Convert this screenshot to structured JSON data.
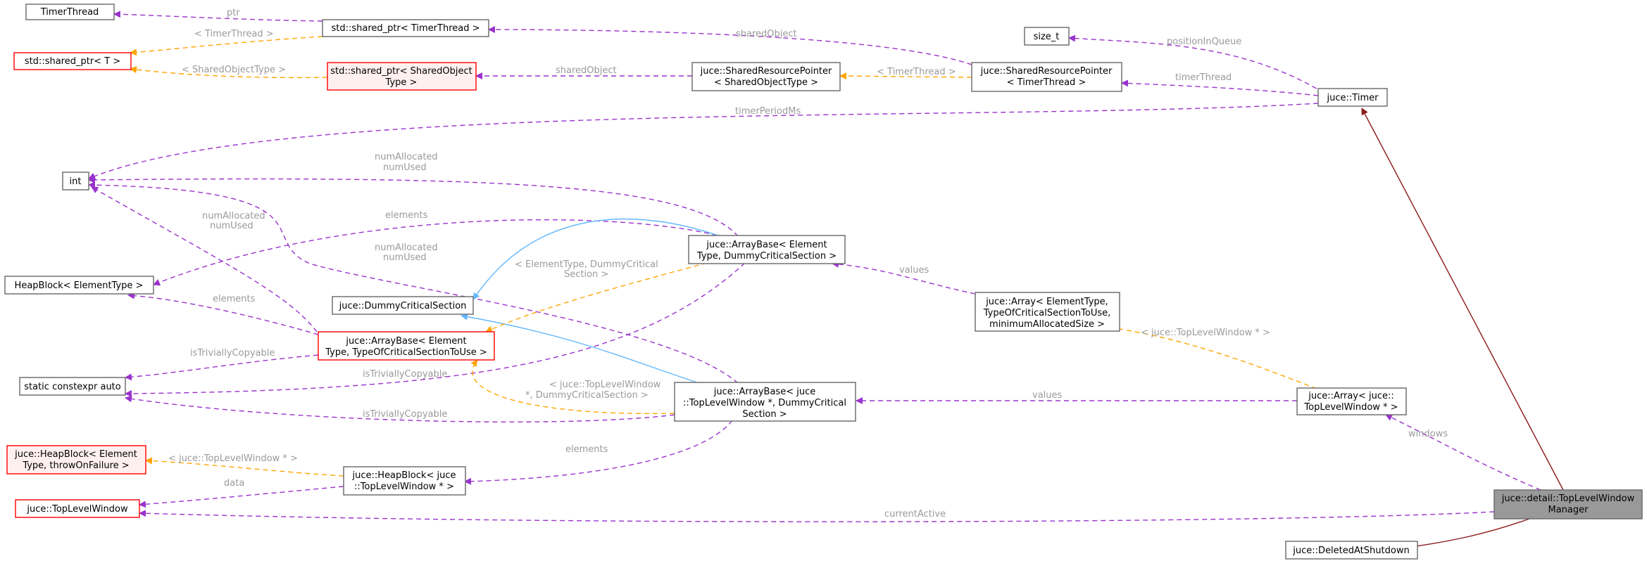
{
  "colors": {
    "usage_edge": "#9a32cd",
    "template_edge": "#ffa500",
    "inheritance_public": "#63b8ff",
    "inheritance_protected": "#8b1a1a",
    "focus_node_fill": "#999999",
    "incomplete_node_border": "#ff0000"
  },
  "nodes": {
    "timerthread": "TimerThread",
    "shared_ptr_timerthread": "std::shared_ptr< TimerThread >",
    "shared_ptr_t": "std::shared_ptr< T >",
    "shared_ptr_sharedobject_1": "std::shared_ptr< SharedObject",
    "shared_ptr_sharedobject_2": "Type >",
    "srp_sharedobject_1": "juce::SharedResourcePointer",
    "srp_sharedobject_2": "< SharedObjectType >",
    "srp_timerthread_1": "juce::SharedResourcePointer",
    "srp_timerthread_2": "< TimerThread >",
    "size_t": "size_t",
    "timer": "juce::Timer",
    "int": "int",
    "heapblock_elementtype": "HeapBlock< ElementType >",
    "dummycriticalsection": "juce::DummyCriticalSection",
    "arraybase_dummy_1": "juce::ArrayBase< Element",
    "arraybase_dummy_2": "Type, DummyCriticalSection >",
    "arraybase_typeof_1": "juce::ArrayBase< Element",
    "arraybase_typeof_2": "Type, TypeOfCriticalSectionToUse >",
    "static_constexpr_auto": "static constexpr auto",
    "array_elementtype_1": "juce::Array< ElementType,",
    "array_elementtype_2": "TypeOfCriticalSectionToUse,",
    "array_elementtype_3": "minimumAllocatedSize >",
    "arraybase_tlw_1": "juce::ArrayBase< juce",
    "arraybase_tlw_2": "::TopLevelWindow *, DummyCritical",
    "arraybase_tlw_3": "Section >",
    "array_tlw_1": "juce::Array< juce::",
    "array_tlw_2": "TopLevelWindow * >",
    "juce_heapblock_1": "juce::HeapBlock< Element",
    "juce_heapblock_2": "Type, throwOnFailure >",
    "heapblock_tlw_1": "juce::HeapBlock< juce",
    "heapblock_tlw_2": "::TopLevelWindow * >",
    "toplevelwindow": "juce::TopLevelWindow",
    "manager_1": "juce::detail::TopLevelWindow",
    "manager_2": "Manager",
    "deletedatshutdown": "juce::DeletedAtShutdown"
  },
  "edge_labels": {
    "ptr": "ptr",
    "tmpl_timerthread": "< TimerThread >",
    "sharedobject_1": "sharedObject",
    "tmpl_sharedobjecttype": "< SharedObjectType >",
    "sharedobject_2": "sharedObject",
    "tmpl_timerthread_2": "< TimerThread >",
    "positioninqueue": "positionInQueue",
    "timerthread": "timerThread",
    "timerperiodms": "timerPeriodMs",
    "numalloc_top_1": "numAllocated",
    "numalloc_top_2": "numUsed",
    "elements_top": "elements",
    "numalloc_mid_1": "numAllocated",
    "numalloc_mid_2": "numUsed",
    "numalloc_low_1": "numAllocated",
    "numalloc_low_2": "numUsed",
    "tmpl_elementtype_1": "< ElementType, DummyCritical",
    "tmpl_elementtype_2": "Section >",
    "values_top": "values",
    "elements_mid": "elements",
    "istriviallycopyable_1": "isTriviallyCopyable",
    "istriviallycopyable_2": "isTriviallyCopyable",
    "istriviallycopyable_3": "isTriviallyCopyable",
    "tmpl_tlw_dummy_1": "< juce::TopLevelWindow",
    "tmpl_tlw_dummy_2": "*, DummyCriticalSection >",
    "tmpl_tlw_array": "< juce::TopLevelWindow * >",
    "values_bottom": "values",
    "windows": "windows",
    "elements_bottom": "elements",
    "tmpl_tlw_heap": "< juce::TopLevelWindow * >",
    "data": "data",
    "currentactive": "currentActive"
  }
}
